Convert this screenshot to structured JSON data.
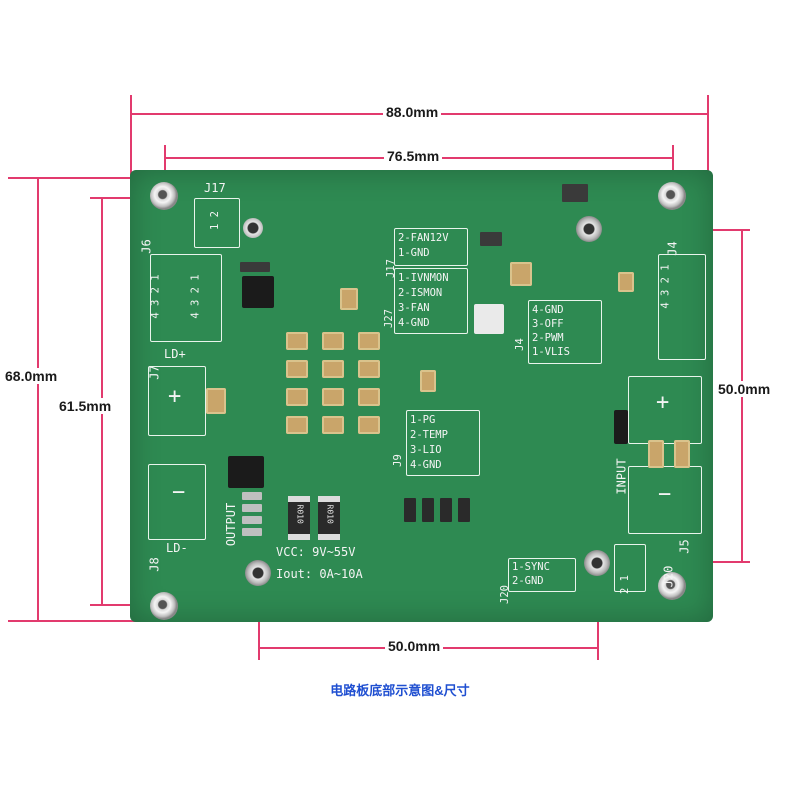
{
  "dimensions": {
    "top_width": "88.0mm",
    "hole_span_top": "76.5mm",
    "left_height": "68.0mm",
    "left_hole_height": "61.5mm",
    "right_height": "50.0mm",
    "bottom_span": "50.0mm"
  },
  "caption": "电路板底部示意图&尺寸",
  "silkscreen": {
    "j17": "J17",
    "j17_pins": "1 2",
    "j6": "J6",
    "j6_pins_a": "4 3 2 1",
    "j6_pins_b": "4 3 2 1",
    "j17_labels": [
      "2-FAN12V",
      "1-GND"
    ],
    "j17_side": "J17",
    "j27": "J27",
    "j27_labels": [
      "1-IVNMON",
      "2-ISMON",
      "3-FAN",
      "4-GND"
    ],
    "j4": "J4",
    "j4_labels": [
      "4-GND",
      "3-OFF",
      "2-PWM",
      "1-VLIS"
    ],
    "j4_right": "J4",
    "j4_pins": "4 3 2 1",
    "j7": "J7",
    "ld_plus": "LD+",
    "j9": "J9",
    "j9_labels": [
      "1-PG",
      "2-TEMP",
      "3-LIO",
      "4-GND"
    ],
    "output": "OUTPUT",
    "input": "INPUT",
    "j8": "J8",
    "ld_minus": "LD-",
    "j5": "J5",
    "vcc": "VCC: 9V~55V",
    "iout": "Iout: 0A~10A",
    "j20": "J20",
    "j20_labels": [
      "1-SYNC",
      "2-GND"
    ],
    "j20_right": "J20",
    "j20_pins": "2 1",
    "r010": "R010"
  },
  "colors": {
    "board": "#2e8a52",
    "dimension_line": "#e23a6e",
    "caption": "#1f4fd1",
    "silkscreen": "#f4f4f4"
  }
}
